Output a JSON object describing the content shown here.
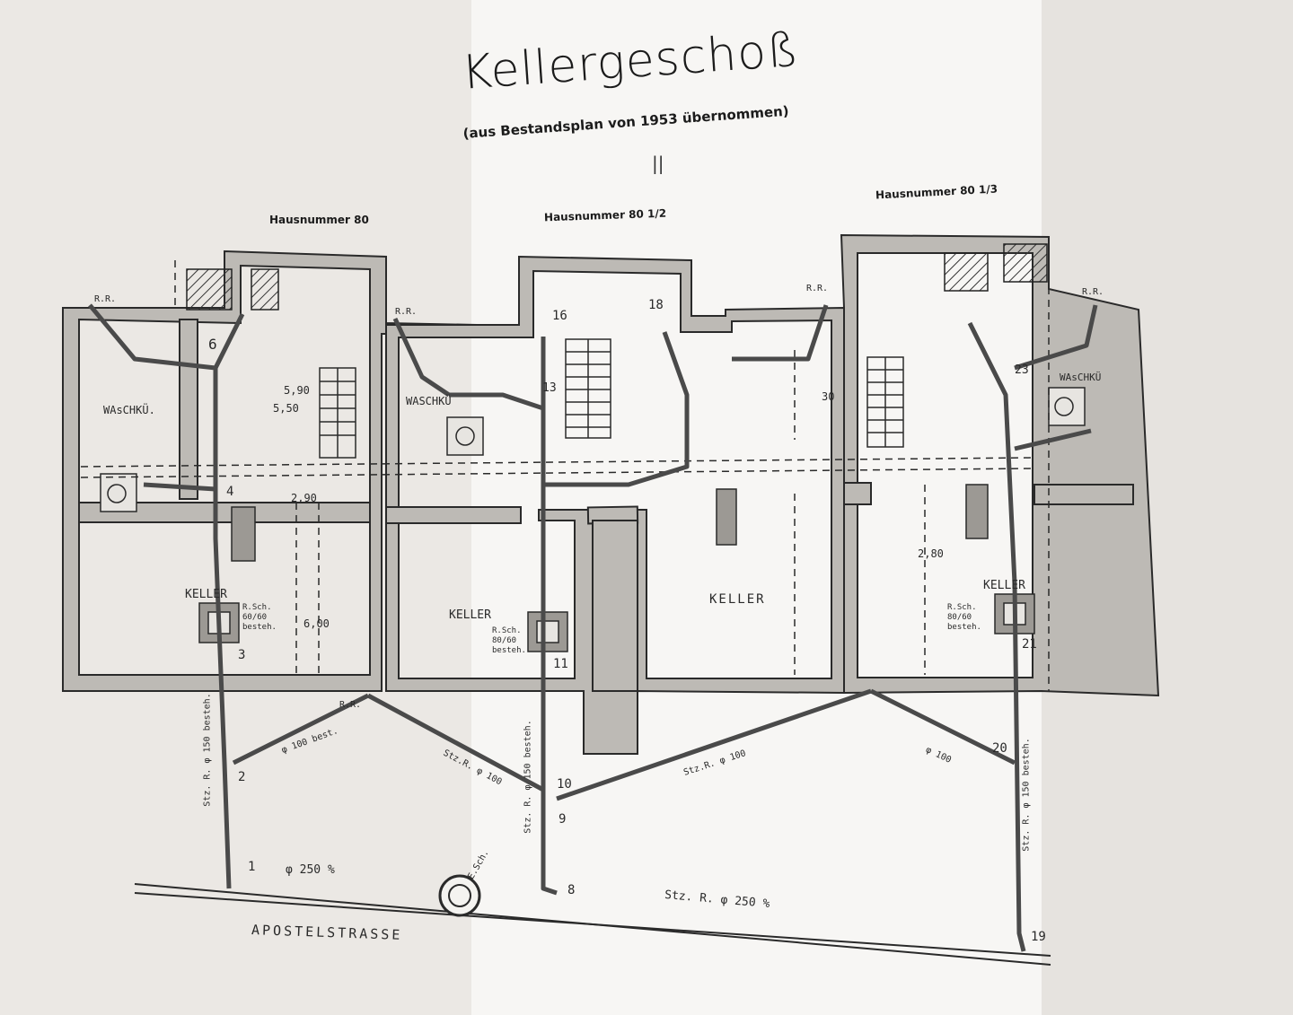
{
  "title": "Kellergeschoß",
  "subtitle": "(aus Bestandsplan von 1953 übernommen)",
  "mark": "||",
  "houses": [
    "Hausnummer 80",
    "Hausnummer 80 1/2",
    "Hausnummer 80 1/3"
  ],
  "street": "APOSTELSTRASSE",
  "rooms": {
    "waschkueche_1": "WAsCHKÜ.",
    "waschkueche_2": "WASCHKÜ",
    "waschkueche_3": "WAsCHKÜ",
    "keller_1": "KELLER",
    "keller_2": "KELLER",
    "keller_3": "KELLER",
    "keller_4": "KELLER"
  },
  "labels": {
    "rr1": "R.R.",
    "rr2": "R.R.",
    "rr3": "R.R.",
    "rr4": "R.R.",
    "rr5": "R.R.",
    "esch": "E.Sch.",
    "main_pipe_left": "φ 250 %",
    "main_pipe_right": "Stz. R. φ 250 %",
    "branch_1": "φ 100 best.",
    "branch_2": "Stz.R. φ 100",
    "branch_3": "Stz.R. φ 100",
    "branch_4": "φ 100",
    "vert_1": "Stz. R. φ 150 besteh.",
    "vert_2": "Stz. R. φ 150 besteh.",
    "vert_3": "Stz. R. φ 150 besteh.",
    "dim_590": "5,90",
    "dim_550": "5,50",
    "dim_290": "2,90",
    "dim_280": "2,80",
    "dim_600": "6,00",
    "dim_30": "30",
    "rsch_1": "R.Sch. 60/60 besteh.",
    "rsch_2": "R.Sch. 80/60 besteh.",
    "rsch_3": "R.Sch. 80/60 besteh."
  },
  "points": [
    "1",
    "2",
    "3",
    "4",
    "6",
    "8",
    "9",
    "10",
    "11",
    "13",
    "16",
    "18",
    "19",
    "20",
    "21",
    "23"
  ],
  "colors": {
    "ink": "#2a2a2a",
    "wall": "#b9b6b1",
    "paper": "#f7f6f4"
  }
}
